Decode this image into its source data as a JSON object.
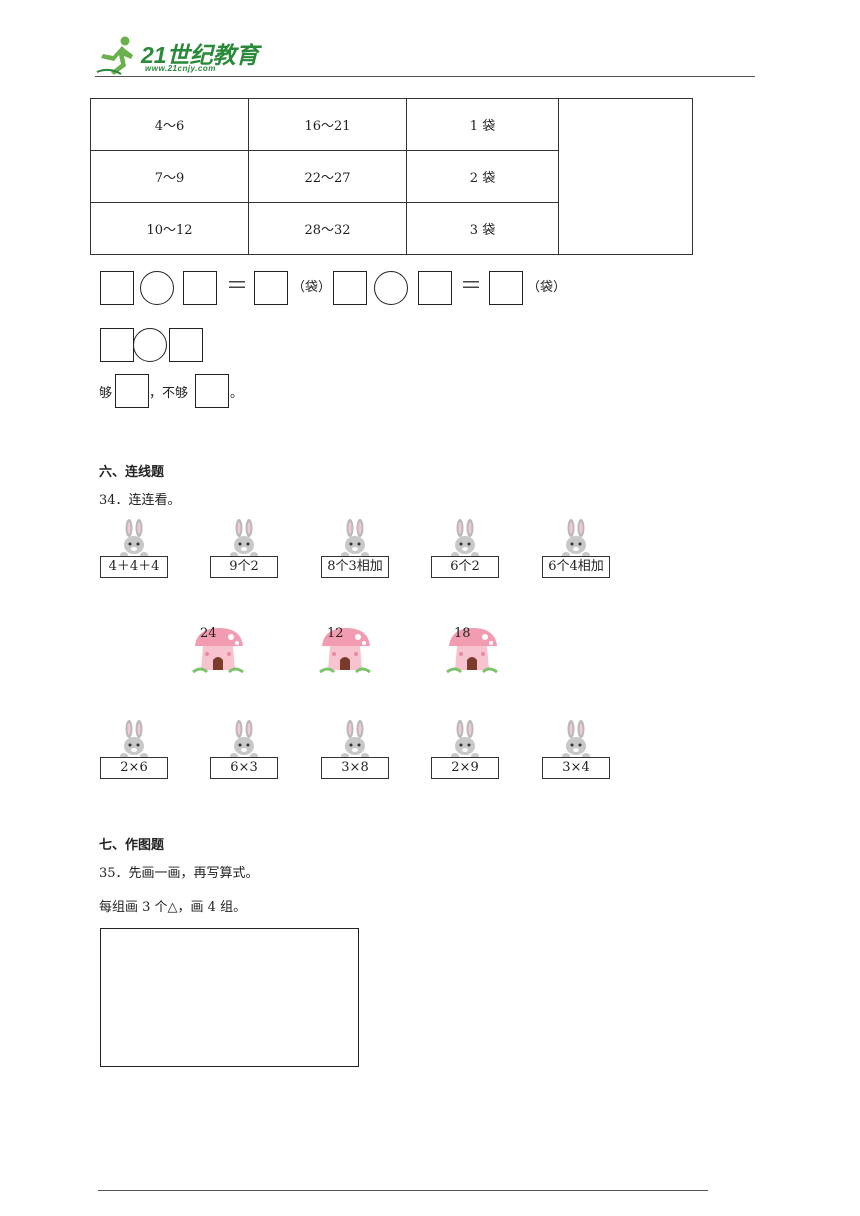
{
  "header": {
    "brand": "21世纪教育",
    "url": "www.21cnjy.com",
    "colors": {
      "brand": "#2a8a3a",
      "runner": "#6ab04c"
    }
  },
  "table": {
    "rows": [
      [
        "4～6",
        "16～21",
        "1 袋"
      ],
      [
        "7～9",
        "22～27",
        "2 袋"
      ],
      [
        "10～12",
        "28～32",
        "3 袋"
      ]
    ]
  },
  "equation": {
    "equals": "＝",
    "unit": "（袋）",
    "enough_prefix": "够",
    "not_enough_prefix": "，不够",
    "end_mark": "。"
  },
  "section6": {
    "title": "六、连线题",
    "question": "34．连连看。",
    "top_cards": [
      "4＋4＋4",
      "9个2",
      "8个3相加",
      "6个2",
      "6个4相加"
    ],
    "mushrooms": [
      "24",
      "12",
      "18"
    ],
    "bottom_cards": [
      "2×6",
      "6×3",
      "3×8",
      "2×9",
      "3×4"
    ],
    "colors": {
      "mushroom_cap": "#f29cb2",
      "mushroom_body": "#f7c3cf",
      "door": "#7a3b2a",
      "bunny": "#b9b9b9",
      "grass": "#7cc36b"
    }
  },
  "section7": {
    "title": "七、作图题",
    "question": "35．先画一画，再写算式。",
    "instruction": "每组画 3 个△，画 4 组。"
  }
}
